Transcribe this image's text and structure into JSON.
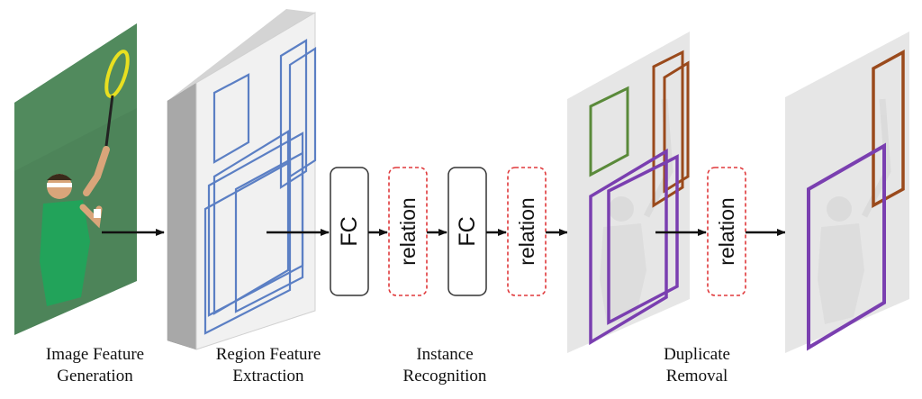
{
  "labels": {
    "image_feature": [
      "Image Feature",
      "Generation"
    ],
    "region_feature": [
      "Region Feature",
      "Extraction"
    ],
    "instance": [
      "Instance",
      "Recognition"
    ],
    "duplicate": [
      "Duplicate",
      "Removal"
    ]
  },
  "blocks": {
    "fc_1": "FC",
    "relation_1": "relation",
    "fc_2": "FC",
    "relation_2": "relation",
    "relation_3": "relation"
  },
  "colors": {
    "region_box": "#5b7fc4",
    "fc_border": "#333333",
    "relation_border": "#e0393b",
    "green_box": "#5a8a3a",
    "brown_box": "#9a4a1c",
    "purple_box": "#7a3fb0",
    "panel_gray": "#e6e6e6",
    "photo_bg": "#4d8459"
  }
}
